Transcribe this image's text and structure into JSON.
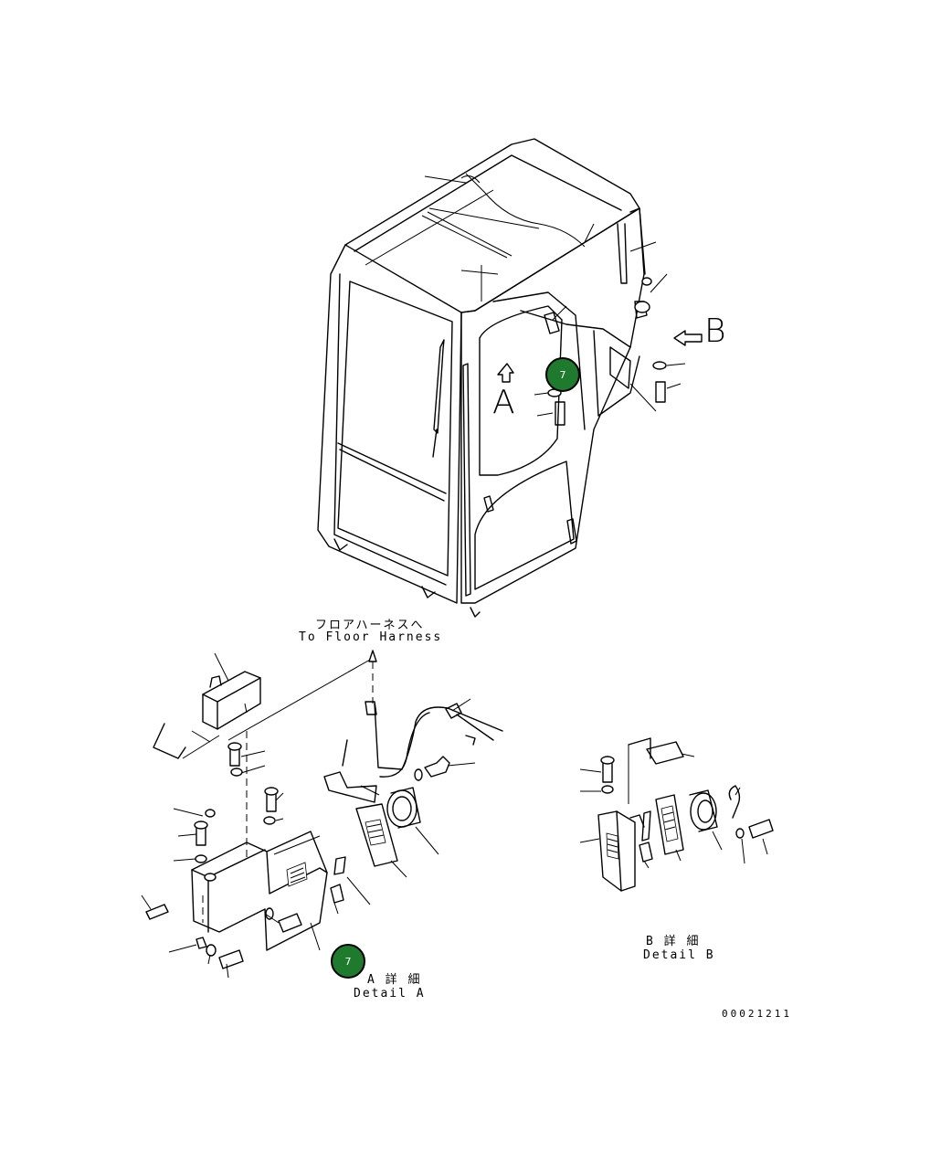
{
  "labels": {
    "floor_harness_jp": "フロアハーネスへ",
    "floor_harness_en": "To Floor Harness",
    "detail_a_jp": "A 詳 細",
    "detail_a_en": "Detail A",
    "detail_b_jp": "B 詳 細",
    "detail_b_en": "Detail B",
    "view_a": "A",
    "view_b": "B",
    "drawing_number": "00021211"
  },
  "callouts": [
    {
      "number": "7"
    },
    {
      "number": "7"
    }
  ],
  "colors": {
    "line": "#000000",
    "background": "#ffffff",
    "badge_fill": "#1e7a2c"
  }
}
